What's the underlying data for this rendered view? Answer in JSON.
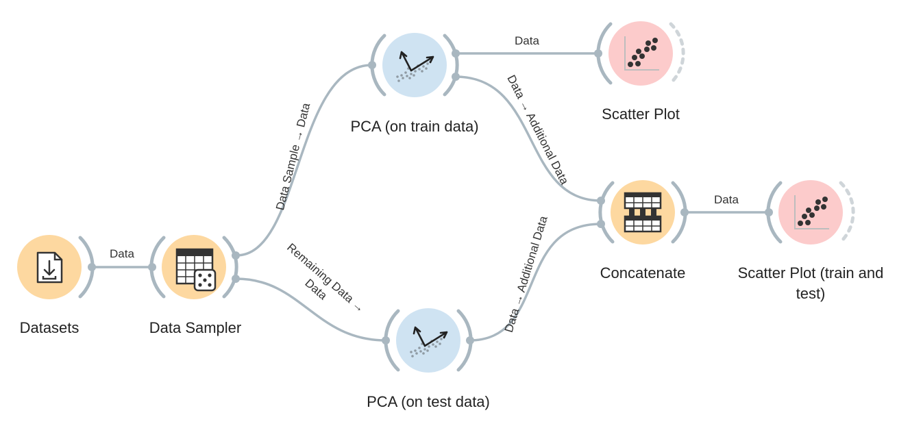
{
  "workflow": {
    "nodes": {
      "datasets": {
        "title": "Datasets",
        "icon": "file-download-icon",
        "color": "#fdd8a0"
      },
      "data_sampler": {
        "title": "Data Sampler",
        "icon": "table-dice-icon",
        "color": "#fdd8a0"
      },
      "pca_train": {
        "title": "PCA (on train data)",
        "icon": "pca-axes-icon",
        "color": "#cfe3f2"
      },
      "pca_test": {
        "title": "PCA (on test data)",
        "icon": "pca-axes-icon",
        "color": "#cfe3f2"
      },
      "scatter_plot": {
        "title": "Scatter Plot",
        "icon": "scatter-plot-icon",
        "color": "#fccbcb"
      },
      "concatenate": {
        "title": "Concatenate",
        "icon": "concatenate-table-icon",
        "color": "#fdd8a0"
      },
      "scatter_plot_tt": {
        "title_line1": "Scatter Plot (train and",
        "title_line2": "test)",
        "icon": "scatter-plot-icon",
        "color": "#fccbcb"
      }
    },
    "links": {
      "datasets_to_sampler": "Data",
      "sampler_to_pca_train": "Data Sample → Data",
      "sampler_to_pca_test_line1": "Remaining Data →",
      "sampler_to_pca_test_line2": "Data",
      "pca_train_to_scatter": "Data",
      "pca_train_to_concat": "Data → Additional Data",
      "pca_test_to_concat": "Data → Additional Data",
      "concat_to_scatter": "Data"
    }
  }
}
